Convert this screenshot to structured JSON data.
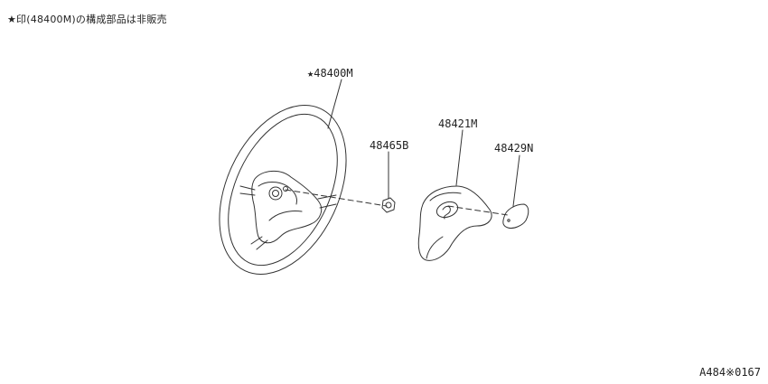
{
  "header": {
    "note": "★印(48400M)の構成部品は非販売"
  },
  "parts": {
    "p48400M": "★48400M",
    "p48465B": "48465B",
    "p48421M": "48421M",
    "p48429N": "48429N"
  },
  "footer": {
    "code": "A484※0167"
  }
}
